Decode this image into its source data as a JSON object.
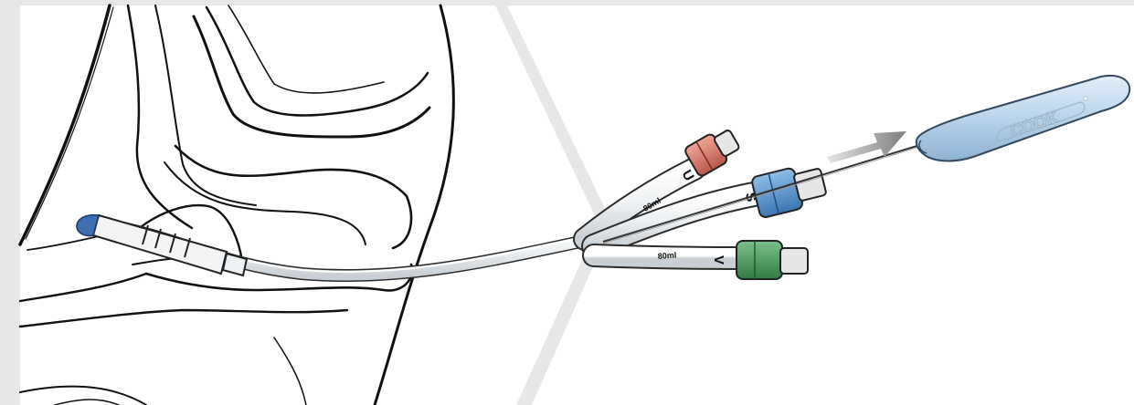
{
  "figure": {
    "background_color": "#e6e7e8",
    "panel_color": "#ffffff",
    "outline_color": "#111111"
  },
  "catheter": {
    "tip_color": "#3f6fb0",
    "ports": [
      {
        "letter": "U",
        "volume_label": "80ml",
        "cap_color": "#d9786a"
      },
      {
        "letter": "S",
        "volume_label": "",
        "cap_color": "#5a97d0"
      },
      {
        "letter": "V",
        "volume_label": "80ml",
        "cap_color": "#4f9a5e"
      }
    ]
  },
  "stylet": {
    "brand_text": "COOK",
    "handle_color": "#b9d3ea",
    "arrow_color": "#8a8a8a",
    "direction_meaning": "withdraw"
  },
  "icons": [
    "withdraw-arrow-icon"
  ]
}
